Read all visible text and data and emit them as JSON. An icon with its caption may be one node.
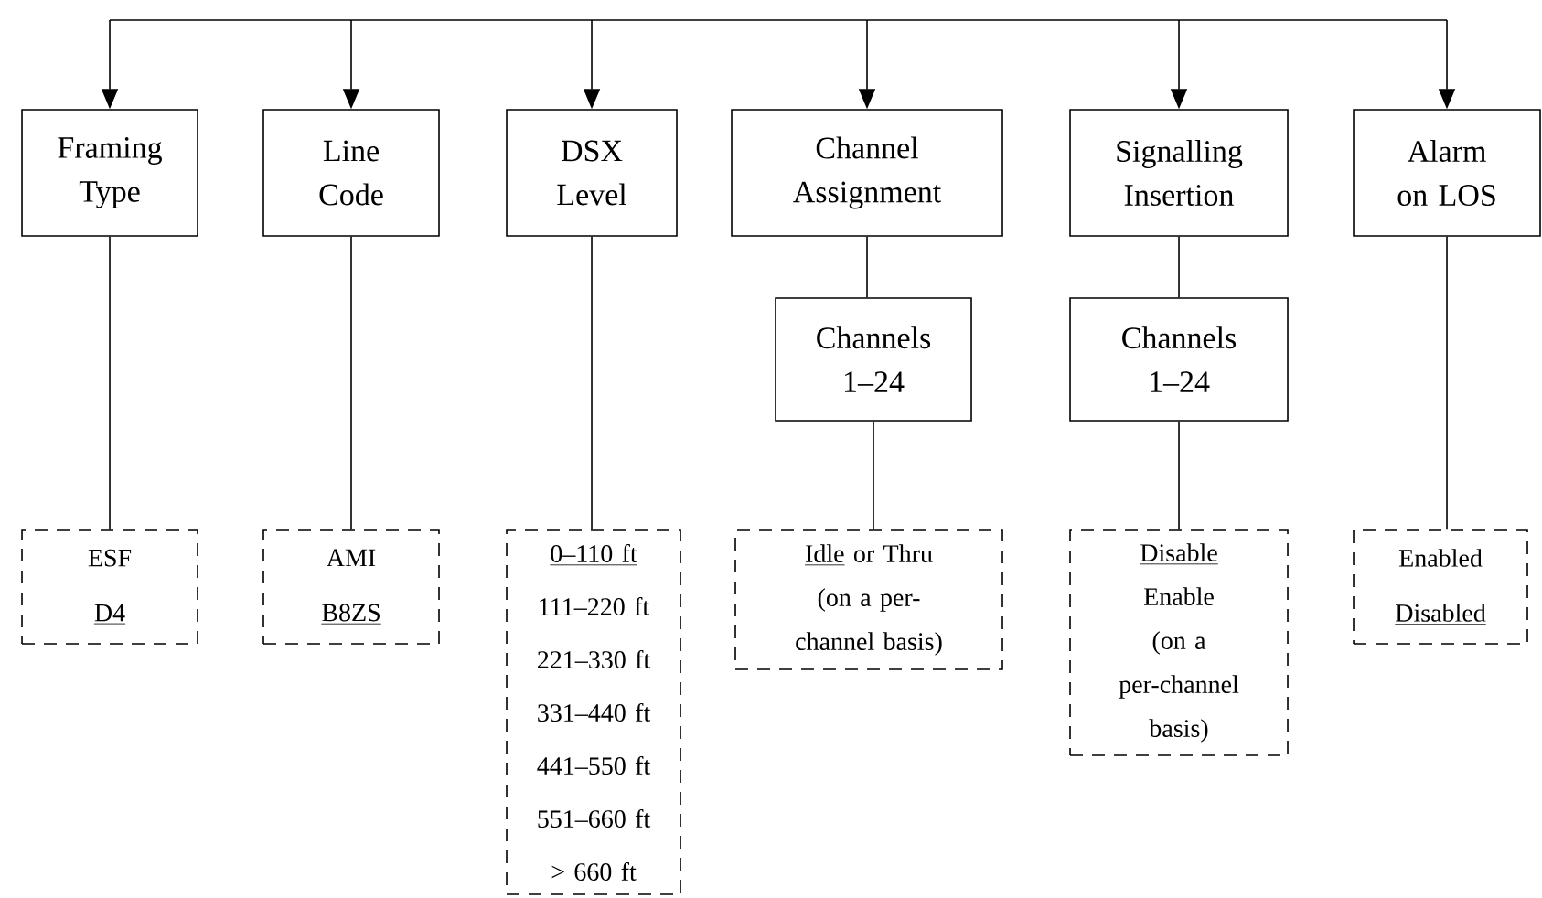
{
  "diagram": {
    "nodes": [
      {
        "text": [
          "Framing Type"
        ]
      },
      {
        "text": [
          "Line Code"
        ]
      },
      {
        "text": [
          "DSX Level"
        ]
      },
      {
        "text": [
          "Channel Assignment"
        ]
      },
      {
        "text": [
          "Signalling Insertion"
        ]
      },
      {
        "text": [
          "Alarm on LOS"
        ]
      },
      {
        "text": [
          "Channels 1–24"
        ]
      },
      {
        "text": [
          "Channels 1–24"
        ]
      },
      {
        "text": [
          "ESF",
          "D4"
        ]
      },
      {
        "text": [
          "AMI",
          "B8ZS"
        ]
      },
      {
        "text": [
          "0–110 ft",
          "111–220 ft",
          "221–330 ft",
          "331–440 ft",
          "441–550 ft",
          "551–660 ft",
          "> 660 ft"
        ]
      },
      {
        "text": [
          "Idle",
          "or Thru",
          "(on a per-channel basis)"
        ]
      },
      {
        "text": [
          "Disable",
          "Enable",
          "(on a per-channel basis)"
        ]
      },
      {
        "text": [
          "Enabled",
          "Disabled"
        ]
      }
    ],
    "edges": [
      {
        "from": null,
        "to": 0,
        "arrow": "to"
      },
      {
        "from": null,
        "to": 1,
        "arrow": "to"
      },
      {
        "from": null,
        "to": 2,
        "arrow": "to"
      },
      {
        "from": null,
        "to": 3,
        "arrow": "to"
      },
      {
        "from": null,
        "to": 4,
        "arrow": "to"
      },
      {
        "from": null,
        "to": 5,
        "arrow": "to"
      },
      {
        "from": 0,
        "to": 8,
        "arrow": "none"
      },
      {
        "from": 1,
        "to": 9,
        "arrow": "none"
      },
      {
        "from": 2,
        "to": 10,
        "arrow": "none"
      },
      {
        "from": 3,
        "to": 6,
        "arrow": "none"
      },
      {
        "from": 6,
        "to": 11,
        "arrow": "none"
      },
      {
        "from": 4,
        "to": 7,
        "arrow": "none"
      },
      {
        "from": 7,
        "to": 12,
        "arrow": "none"
      },
      {
        "from": 5,
        "to": 13,
        "arrow": "none"
      }
    ]
  }
}
